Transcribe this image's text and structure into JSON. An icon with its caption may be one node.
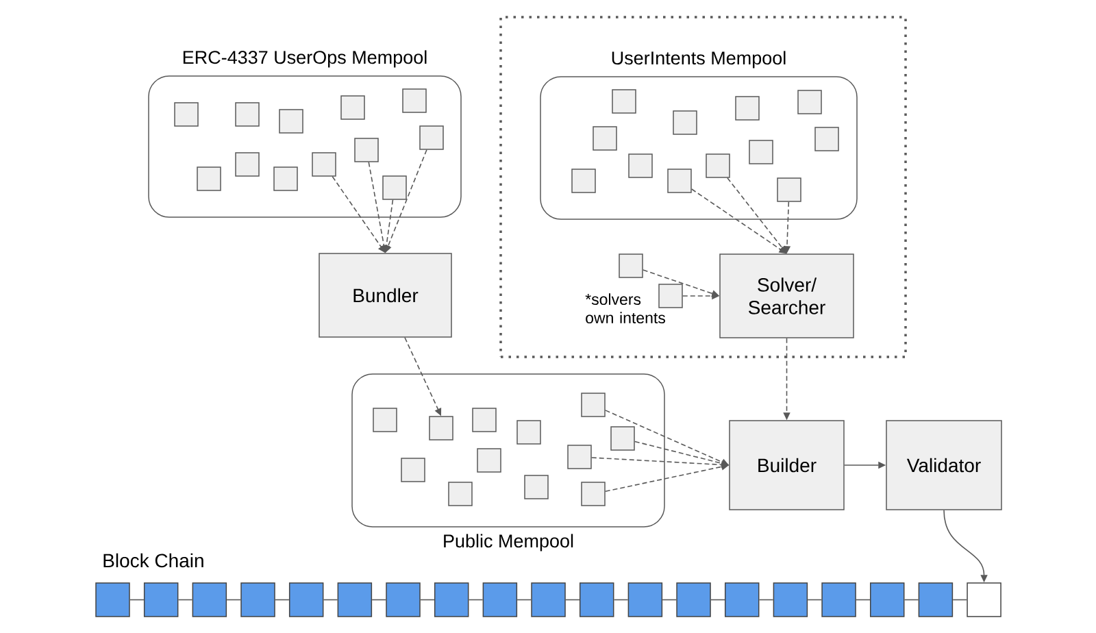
{
  "diagram": {
    "nodes": [
      {
        "text": [
          "ERC-4337 UserOps Mempool"
        ]
      },
      {
        "text": [],
        "shape": "box",
        "in": 0
      },
      {
        "text": [],
        "shape": "box",
        "in": 0
      },
      {
        "text": [],
        "shape": "box",
        "in": 0
      },
      {
        "text": [],
        "shape": "box",
        "in": 0
      },
      {
        "text": [],
        "shape": "box",
        "in": 0
      },
      {
        "text": [],
        "shape": "box",
        "in": 0
      },
      {
        "text": [],
        "shape": "box",
        "in": 0
      },
      {
        "text": [],
        "shape": "box",
        "in": 0
      },
      {
        "text": [],
        "shape": "box",
        "in": 0
      },
      {
        "text": [],
        "shape": "box",
        "in": 0
      },
      {
        "text": [],
        "shape": "box",
        "in": 0
      },
      {
        "text": [],
        "shape": "box",
        "in": 0
      },
      {
        "text": [],
        "shape": "box"
      },
      {
        "text": [
          "UserIntents Mempool"
        ],
        "in": 13
      },
      {
        "text": [],
        "shape": "box",
        "in": 14
      },
      {
        "text": [],
        "shape": "box",
        "in": 14
      },
      {
        "text": [],
        "shape": "box",
        "in": 14
      },
      {
        "text": [],
        "shape": "box",
        "in": 14
      },
      {
        "text": [],
        "shape": "box",
        "in": 14
      },
      {
        "text": [],
        "shape": "box",
        "in": 14
      },
      {
        "text": [],
        "shape": "box",
        "in": 14
      },
      {
        "text": [],
        "shape": "box",
        "in": 14
      },
      {
        "text": [],
        "shape": "box",
        "in": 14
      },
      {
        "text": [],
        "shape": "box",
        "in": 14
      },
      {
        "text": [],
        "shape": "box",
        "in": 14
      },
      {
        "text": [],
        "shape": "box",
        "in": 14
      },
      {
        "text": [
          "Bundler"
        ]
      },
      {
        "text": [],
        "shape": "box",
        "in": 13
      },
      {
        "text": [],
        "shape": "box",
        "in": 13
      },
      {
        "text": [
          "Solver/ Searcher"
        ],
        "in": 13
      },
      {
        "text": [
          "Public Mempool"
        ]
      },
      {
        "text": [],
        "shape": "box",
        "in": 31
      },
      {
        "text": [],
        "shape": "box",
        "in": 31
      },
      {
        "text": [],
        "shape": "box",
        "in": 31
      },
      {
        "text": [],
        "shape": "box",
        "in": 31
      },
      {
        "text": [],
        "shape": "box",
        "in": 31
      },
      {
        "text": [],
        "shape": "box",
        "in": 31
      },
      {
        "text": [],
        "shape": "box",
        "in": 31
      },
      {
        "text": [],
        "shape": "box",
        "in": 31
      },
      {
        "text": [],
        "shape": "box",
        "in": 31
      },
      {
        "text": [],
        "shape": "box",
        "in": 31
      },
      {
        "text": [],
        "shape": "box",
        "in": 31
      },
      {
        "text": [],
        "shape": "box",
        "in": 31
      },
      {
        "text": [
          "Builder"
        ]
      },
      {
        "text": [
          "Validator"
        ]
      },
      {
        "text": [],
        "shape": "box"
      },
      {
        "text": [],
        "shape": "box"
      },
      {
        "text": [],
        "shape": "box"
      },
      {
        "text": [],
        "shape": "box"
      },
      {
        "text": [],
        "shape": "box"
      },
      {
        "text": [],
        "shape": "box"
      },
      {
        "text": [],
        "shape": "box"
      },
      {
        "text": [],
        "shape": "box"
      },
      {
        "text": [],
        "shape": "box"
      },
      {
        "text": [],
        "shape": "box"
      },
      {
        "text": [],
        "shape": "box"
      },
      {
        "text": [],
        "shape": "box"
      },
      {
        "text": [],
        "shape": "box"
      },
      {
        "text": [],
        "shape": "box"
      },
      {
        "text": [],
        "shape": "box"
      },
      {
        "text": [],
        "shape": "box"
      },
      {
        "text": [],
        "shape": "box"
      },
      {
        "text": [],
        "shape": "box"
      },
      {
        "text": [],
        "shape": "box"
      }
    ],
    "edges": [
      {
        "from": 10,
        "to": 27,
        "arrow": "to",
        "style": "dashed"
      },
      {
        "from": 11,
        "to": 27,
        "arrow": "to",
        "style": "dashed"
      },
      {
        "from": 12,
        "to": 27,
        "arrow": "to",
        "style": "dashed"
      },
      {
        "from": 6,
        "to": 27,
        "arrow": "to",
        "style": "dashed"
      },
      {
        "from": 25,
        "to": 30,
        "arrow": "to",
        "style": "dashed"
      },
      {
        "from": 23,
        "to": 30,
        "arrow": "to",
        "style": "dashed"
      },
      {
        "from": 26,
        "to": 30,
        "arrow": "to",
        "style": "dashed"
      },
      {
        "from": 28,
        "to": 30,
        "arrow": "to",
        "style": "dashed"
      },
      {
        "from": 29,
        "to": 30,
        "arrow": "to",
        "style": "dashed"
      },
      {
        "from": 27,
        "to": 33,
        "arrow": "to",
        "style": "dashed"
      },
      {
        "from": 30,
        "to": 44,
        "arrow": "to",
        "style": "dashed"
      },
      {
        "from": 35,
        "to": 44,
        "arrow": "to",
        "style": "dashed"
      },
      {
        "from": 37,
        "to": 44,
        "arrow": "to",
        "style": "dashed"
      },
      {
        "from": 40,
        "to": 44,
        "arrow": "to",
        "style": "dashed"
      },
      {
        "from": 43,
        "to": 44,
        "arrow": "to",
        "style": "dashed"
      },
      {
        "from": 44,
        "to": 45,
        "arrow": "to"
      },
      {
        "from": 45,
        "to": 64,
        "arrow": "to"
      },
      {
        "from": 46,
        "to": 47,
        "arrow": "none"
      },
      {
        "from": 47,
        "to": 48,
        "arrow": "none"
      },
      {
        "from": 48,
        "to": 49,
        "arrow": "none"
      },
      {
        "from": 49,
        "to": 50,
        "arrow": "none"
      },
      {
        "from": 50,
        "to": 51,
        "arrow": "none"
      },
      {
        "from": 51,
        "to": 52,
        "arrow": "none"
      },
      {
        "from": 52,
        "to": 53,
        "arrow": "none"
      },
      {
        "from": 53,
        "to": 54,
        "arrow": "none"
      },
      {
        "from": 54,
        "to": 55,
        "arrow": "none"
      },
      {
        "from": 55,
        "to": 56,
        "arrow": "none"
      },
      {
        "from": 56,
        "to": 57,
        "arrow": "none"
      },
      {
        "from": 57,
        "to": 58,
        "arrow": "none"
      },
      {
        "from": 58,
        "to": 59,
        "arrow": "none"
      },
      {
        "from": 59,
        "to": 60,
        "arrow": "none"
      },
      {
        "from": 60,
        "to": 61,
        "arrow": "none"
      },
      {
        "from": 61,
        "to": 62,
        "arrow": "none"
      },
      {
        "from": 62,
        "to": 63,
        "arrow": "none"
      },
      {
        "from": 63,
        "to": 64,
        "arrow": "none"
      }
    ],
    "labels": [
      "*solvers own intents",
      "Block Chain"
    ]
  }
}
